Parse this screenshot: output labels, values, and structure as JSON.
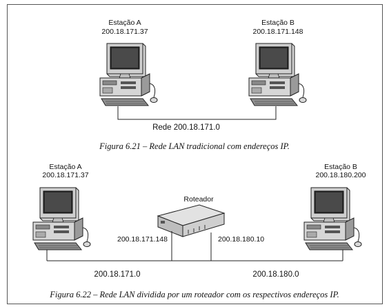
{
  "figure1": {
    "station_a": {
      "name": "Estação A",
      "ip": "200.18.171.37"
    },
    "station_b": {
      "name": "Estação B",
      "ip": "200.18.171.148"
    },
    "network": "Rede 200.18.171.0",
    "caption": "Figura 6.21 – Rede LAN tradicional com endereços IP."
  },
  "figure2": {
    "station_a": {
      "name": "Estação A",
      "ip": "200.18.171.37"
    },
    "station_b": {
      "name": "Estação B",
      "ip": "200.18.180.200"
    },
    "router": {
      "name": "Roteador",
      "ip_left": "200.18.171.148",
      "ip_right": "200.18.180.10"
    },
    "network_left": "200.18.171.0",
    "network_right": "200.18.180.0",
    "caption": "Figura 6.22 – Rede LAN dividida por um roteador com os respectivos endereços IP."
  },
  "icons": [
    "computer-icon",
    "router-icon"
  ]
}
